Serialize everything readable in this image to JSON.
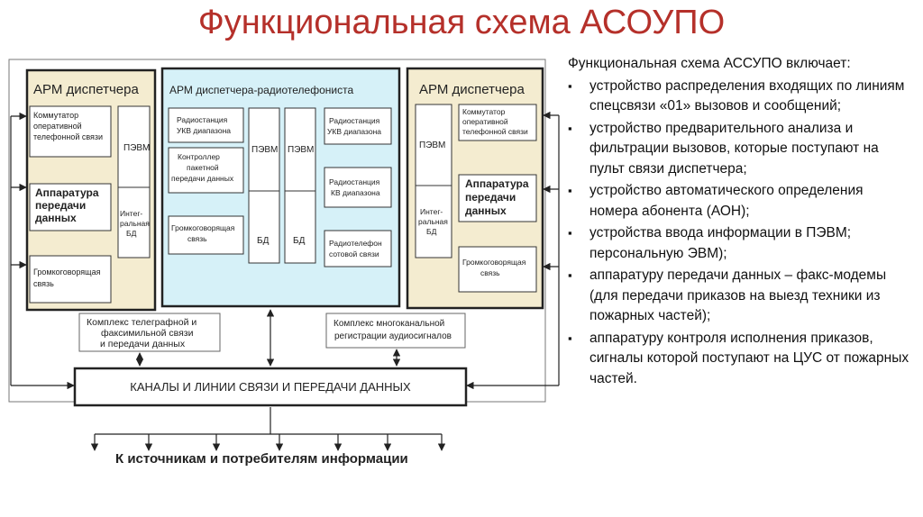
{
  "title": "Функциональная схема АСОУПО",
  "diagram": {
    "arm_left": {
      "title": "АРМ диспетчера",
      "commutator": [
        "Коммутатор",
        "оперативной",
        "телефонной связи"
      ],
      "pevm": "ПЭВМ",
      "apparatus": [
        "Аппаратура",
        "передачи",
        "данных"
      ],
      "db": [
        "Интег-",
        "ральная",
        "БД"
      ],
      "loudspeaker": [
        "Громкоговорящая",
        "связь"
      ]
    },
    "arm_center": {
      "title": "АРМ диспетчера-радиотелефониста",
      "radio_ukv_left": [
        "Радиостанция",
        "УКВ диапазона"
      ],
      "controller": [
        "Контроллер",
        "пакетной",
        "передачи данных"
      ],
      "loudspeaker": [
        "Громкоговорящая",
        "связь"
      ],
      "pevm1": "ПЭВМ",
      "pevm2": "ПЭВМ",
      "db1": "БД",
      "db2": "БД",
      "radio_ukv_right": [
        "Радиостанция",
        "УКВ диапазона"
      ],
      "radio_kv": [
        "Радиостанция",
        "КВ диапазона"
      ],
      "radiophone": [
        "Радиотелефон",
        "сотовой связи"
      ]
    },
    "arm_right": {
      "title": "АРМ диспетчера",
      "pevm": "ПЭВМ",
      "commutator": [
        "Коммутатор",
        "оперативной",
        "телефонной связи"
      ],
      "apparatus": [
        "Аппаратура",
        "передачи",
        "данных"
      ],
      "db": [
        "Интег-",
        "ральная",
        "БД"
      ],
      "loudspeaker": [
        "Громкоговорящая",
        "связь"
      ]
    },
    "telegraph": [
      "Комплекс телеграфной и",
      "факсимильной связи",
      "и передачи данных"
    ],
    "multichannel": [
      "Комплекс многоканальной",
      "регистрации аудиосигналов"
    ],
    "channels": "КАНАЛЫ И ЛИНИИ СВЯЗИ И ПЕРЕДАЧИ ДАННЫХ",
    "sources": "К источникам и потребителям информации"
  },
  "bullets": {
    "intro": "Функциональная схема АССУПО включает:",
    "items": [
      "устройство распределения входящих по линиям спецсвязи «01» вызовов и сообщений;",
      "устройство предварительного анализа и фильтрации вызовов, которые поступают на пульт связи диспетчера;",
      "устройство автоматического определения номера абонента (АОН);",
      "устройства ввода информации в ПЭВМ; персональную ЭВМ);",
      "аппаратуру передачи данных – факс-модемы (для передачи приказов на выезд техники из пожарных частей);",
      "аппаратуру контроля исполнения приказов, сигналы которой поступают на ЦУС от пожарных частей."
    ]
  },
  "colors": {
    "title": "#b5302a",
    "arm_panel": "#f4ecd0",
    "radio_panel": "#d6f1f8",
    "box_border": "#333333"
  }
}
